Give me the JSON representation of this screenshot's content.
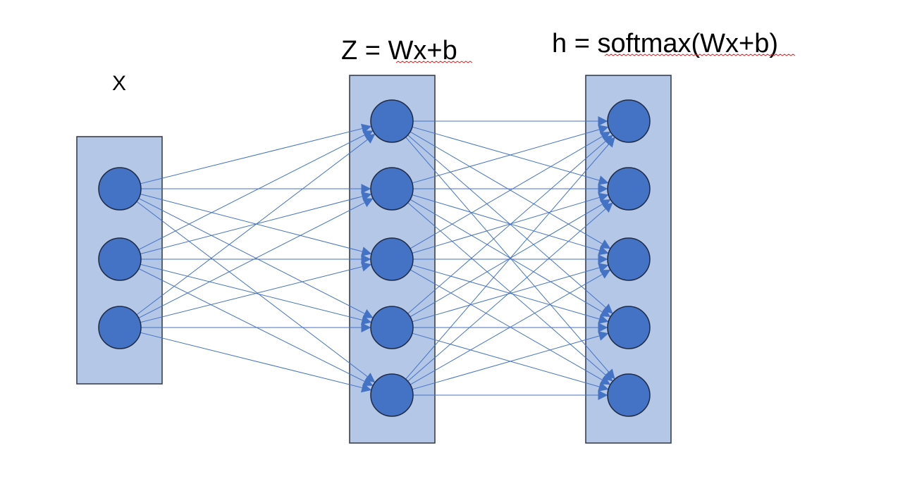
{
  "labels": {
    "input": "X",
    "hidden": "Z = Wx+b",
    "output": "h = softmax(Wx+b)"
  },
  "layers": [
    {
      "id": "input",
      "nodes": 3
    },
    {
      "id": "hidden",
      "nodes": 5
    },
    {
      "id": "output",
      "nodes": 5
    }
  ],
  "colors": {
    "layer_box_fill": "#b4c7e7",
    "layer_box_stroke": "#2f3542",
    "node_fill": "#4472c4",
    "node_stroke": "#1f2a44",
    "edge": "#4472c4",
    "spellcheck_underline": "#e02020"
  }
}
